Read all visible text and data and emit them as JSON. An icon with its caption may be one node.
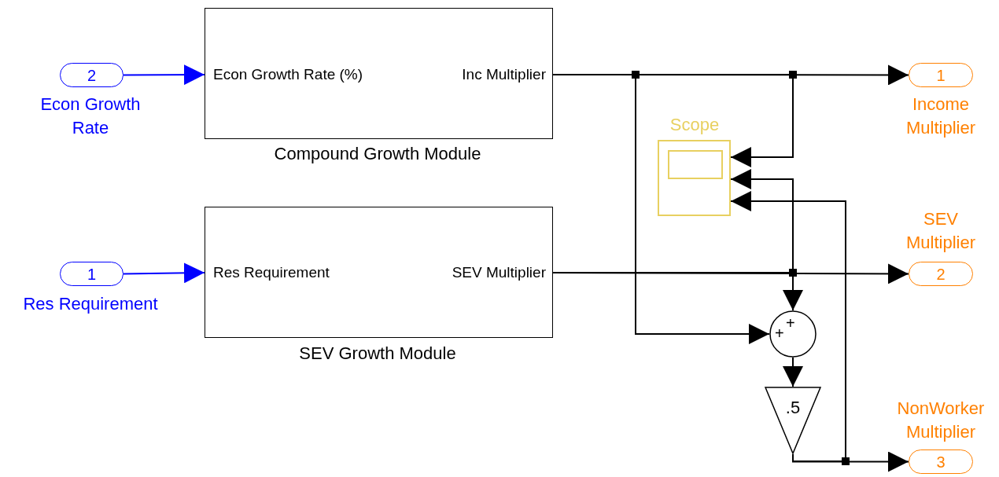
{
  "diagram": {
    "nodes": [
      {
        "text": [
          "2"
        ],
        "beside": [
          "Econ Growth Rate"
        ]
      },
      {
        "text": [
          "1"
        ],
        "beside": [
          "Res Requirement"
        ]
      },
      {
        "text": [
          "Econ Growth Rate (%)",
          "Inc Multiplier"
        ],
        "beside": [
          "Compound Growth Module"
        ]
      },
      {
        "text": [
          "Res Requirement",
          "SEV Multiplier"
        ],
        "beside": [
          "SEV Growth Module"
        ]
      },
      {
        "text": [
          "Scope"
        ]
      },
      {
        "text": [
          "+",
          "+"
        ]
      },
      {
        "text": [
          ".5"
        ]
      },
      {
        "text": [
          "1"
        ],
        "beside": [
          "Income Multiplier"
        ]
      },
      {
        "text": [
          "2"
        ],
        "beside": [
          "SEV Multiplier"
        ]
      },
      {
        "text": [
          "3"
        ],
        "beside": [
          "NonWorker Multiplier"
        ]
      }
    ],
    "edges": [
      {
        "from": 0,
        "to": 2,
        "arrow": "to",
        "color": "#0000ff"
      },
      {
        "from": 1,
        "to": 3,
        "arrow": "to",
        "color": "#0000ff"
      },
      {
        "from": 2,
        "to": 7,
        "arrow": "to"
      },
      {
        "from": 2,
        "to": 4,
        "arrow": "to"
      },
      {
        "from": 2,
        "to": 5,
        "arrow": "to"
      },
      {
        "from": 3,
        "to": 8,
        "arrow": "to"
      },
      {
        "from": 3,
        "to": 4,
        "arrow": "to"
      },
      {
        "from": 3,
        "to": 5,
        "arrow": "to"
      },
      {
        "from": 5,
        "to": 6,
        "arrow": "to"
      },
      {
        "from": 6,
        "to": 9,
        "arrow": "to"
      },
      {
        "from": 6,
        "to": 4,
        "arrow": "to"
      }
    ]
  }
}
